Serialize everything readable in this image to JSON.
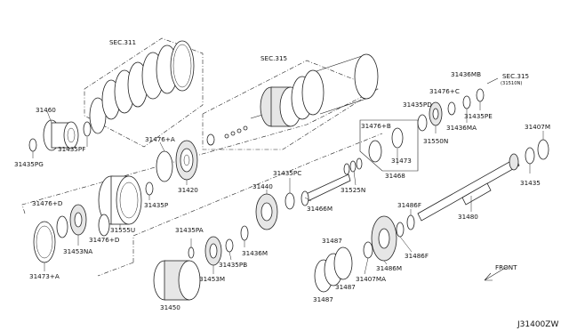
{
  "sections": {
    "sec311": "SEC.311",
    "sec315": "SEC.315",
    "sec315b": "SEC.315",
    "sec315b_sub": "(31510N)"
  },
  "labels": {
    "p31460": "31460",
    "p31435pf": "31435PF",
    "p31435pg": "31435PG",
    "p31476a": "31476+A",
    "p31420": "31420",
    "p31435p": "31435P",
    "p31476d_top": "31476+D",
    "p31555u": "31555U",
    "p31453na": "31453NA",
    "p31476d_bot": "31476+D",
    "p31473a": "31473+A",
    "p31435pc": "31435PC",
    "p31440": "31440",
    "p31466m": "31466M",
    "p31525n": "31525N",
    "p31476b": "31476+B",
    "p31473": "31473",
    "p31468": "31468",
    "p31435pd": "31435PD",
    "p31476c": "31476+C",
    "p31436mb": "31436MB",
    "p31550n": "31550N",
    "p31436ma": "31436MA",
    "p31435pe": "31435PE",
    "p31407m": "31407M",
    "p31435": "31435",
    "p31480": "31480",
    "p31486f_a": "31486F",
    "p31486f_b": "31486F",
    "p31486m": "31486M",
    "p31407ma": "31407MA",
    "p31487_a": "31487",
    "p31487_b": "31487",
    "p31487_c": "31487",
    "p31435pa": "31435PA",
    "p31436m": "31436M",
    "p31435pb": "31435PB",
    "p31453m": "31453M",
    "p31450": "31450"
  },
  "front": "FRONT",
  "diagram_code": "J31400ZW"
}
